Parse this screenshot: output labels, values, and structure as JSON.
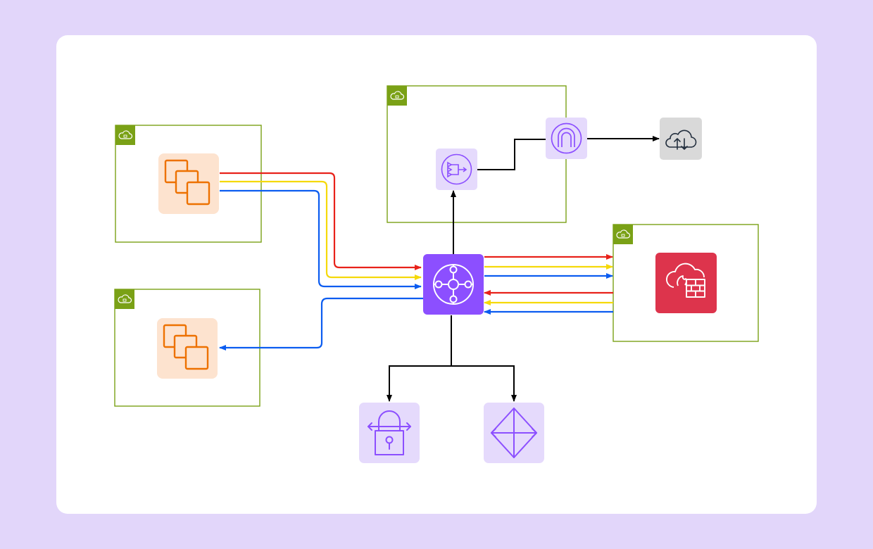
{
  "colors": {
    "background": "#e2d6fa",
    "card": "#ffffff",
    "vpc_border": "#7aa116",
    "vpc_badge": "#7aa116",
    "compute_tile": "#fde3cf",
    "compute_stroke": "#ed7100",
    "network_tile": "#e5dafc",
    "network_stroke": "#8c4fff",
    "transit_gateway_fill": "#8c4fff",
    "firewall_fill": "#dd344c",
    "internet_tile": "#d9d9d9",
    "internet_stroke": "#232f3e",
    "flow_red": "#e8221a",
    "flow_yellow": "#f5d90a",
    "flow_blue": "#0b5cf0",
    "connector": "#000000"
  },
  "groups": [
    {
      "id": "vpc-source-1",
      "badge_icon": "vpc-lock-cloud-icon"
    },
    {
      "id": "vpc-source-2",
      "badge_icon": "vpc-lock-cloud-icon"
    },
    {
      "id": "vpc-egress",
      "badge_icon": "vpc-lock-cloud-icon"
    },
    {
      "id": "vpc-inspection",
      "badge_icon": "vpc-lock-cloud-icon"
    }
  ],
  "nodes": [
    {
      "id": "instances-1",
      "icon": "ec2-instances-icon"
    },
    {
      "id": "instances-2",
      "icon": "ec2-instances-icon"
    },
    {
      "id": "transit-gateway",
      "icon": "transit-gateway-icon"
    },
    {
      "id": "nat-gateway",
      "icon": "nat-gateway-icon"
    },
    {
      "id": "internet-gateway",
      "icon": "internet-gateway-icon"
    },
    {
      "id": "internet",
      "icon": "cloud-upload-download-icon"
    },
    {
      "id": "network-firewall",
      "icon": "network-firewall-icon"
    },
    {
      "id": "vpn-gateway",
      "icon": "vpn-lock-icon"
    },
    {
      "id": "direct-connect",
      "icon": "direct-connect-icon"
    }
  ],
  "flows": [
    {
      "id": "flow-instances1-to-tgw-red",
      "color": "red"
    },
    {
      "id": "flow-instances1-to-tgw-yellow",
      "color": "yellow"
    },
    {
      "id": "flow-instances1-to-tgw-blue",
      "color": "blue"
    },
    {
      "id": "flow-tgw-to-instances2-blue",
      "color": "blue"
    },
    {
      "id": "flow-tgw-to-firewall-red",
      "color": "red"
    },
    {
      "id": "flow-tgw-to-firewall-yellow",
      "color": "yellow"
    },
    {
      "id": "flow-tgw-to-firewall-blue",
      "color": "blue"
    },
    {
      "id": "flow-firewall-to-tgw-red",
      "color": "red"
    },
    {
      "id": "flow-firewall-to-tgw-yellow",
      "color": "yellow"
    },
    {
      "id": "flow-firewall-to-tgw-blue",
      "color": "blue"
    },
    {
      "id": "link-tgw-to-nat",
      "color": "black"
    },
    {
      "id": "link-nat-to-igw",
      "color": "black"
    },
    {
      "id": "link-igw-to-internet",
      "color": "black"
    },
    {
      "id": "link-tgw-to-vpn",
      "color": "black"
    },
    {
      "id": "link-tgw-to-dx",
      "color": "black"
    }
  ]
}
